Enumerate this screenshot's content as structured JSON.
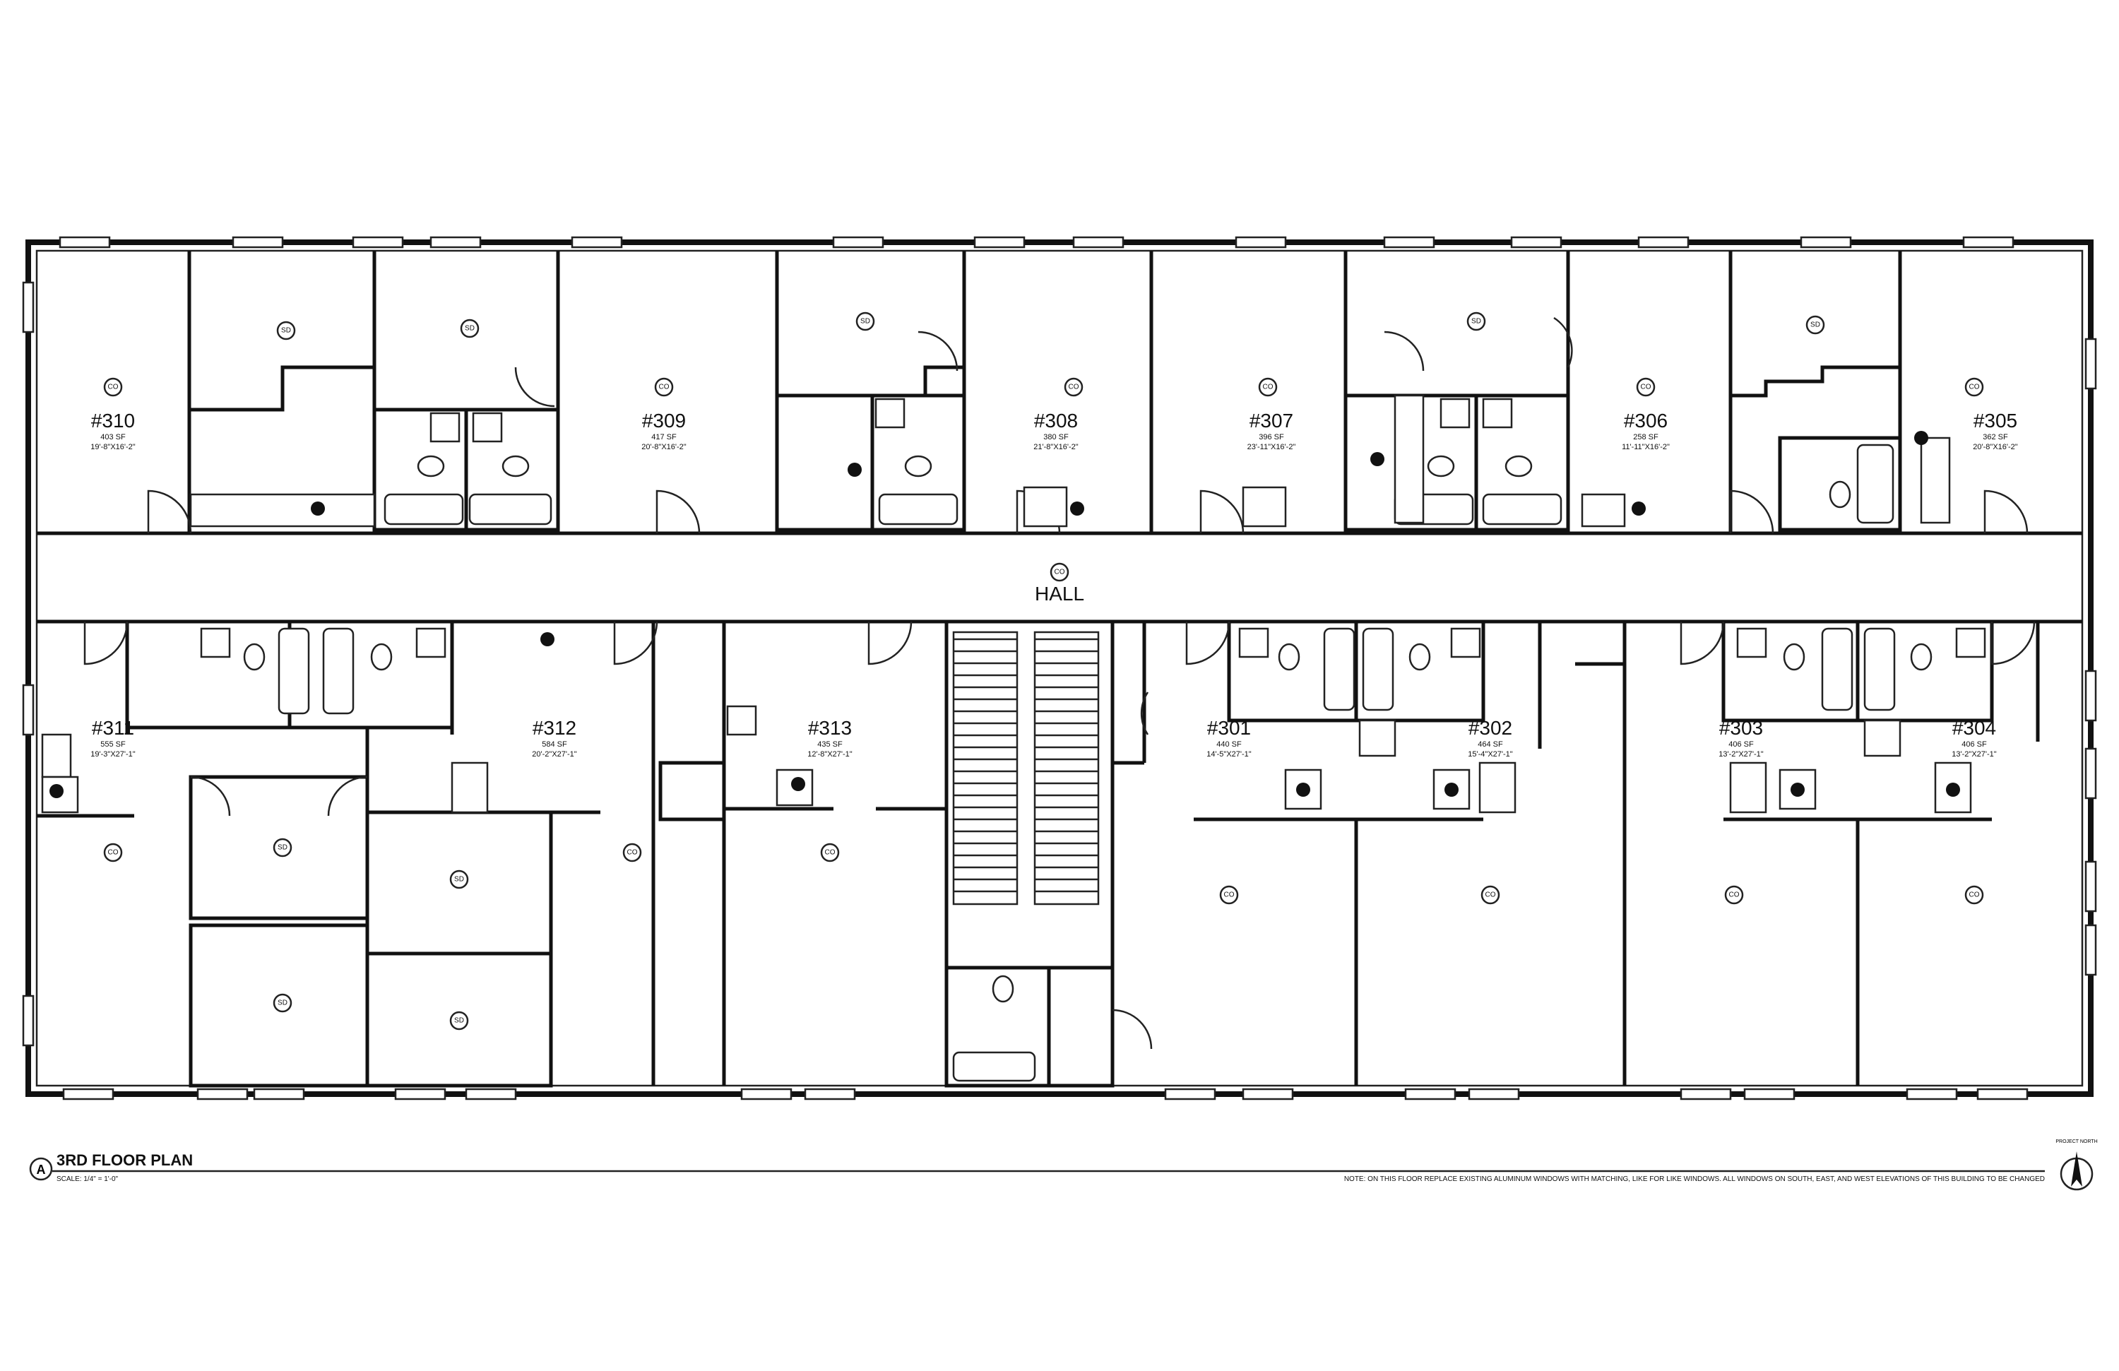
{
  "units": [
    {
      "id": "#310",
      "area": "403 SF",
      "dims": "19'-8\"X16'-2\""
    },
    {
      "id": "#309",
      "area": "417 SF",
      "dims": "20'-8\"X16'-2\""
    },
    {
      "id": "#308",
      "area": "380 SF",
      "dims": "21'-8\"X16'-2\""
    },
    {
      "id": "#307",
      "area": "396 SF",
      "dims": "23'-11\"X16'-2\""
    },
    {
      "id": "#306",
      "area": "258 SF",
      "dims": "11'-11\"X16'-2\""
    },
    {
      "id": "#305",
      "area": "362 SF",
      "dims": "20'-8\"X16'-2\""
    },
    {
      "id": "#311",
      "area": "555 SF",
      "dims": "19'-3\"X27'-1\""
    },
    {
      "id": "#312",
      "area": "584 SF",
      "dims": "20'-2\"X27'-1\""
    },
    {
      "id": "#313",
      "area": "435 SF",
      "dims": "12'-8\"X27'-1\""
    },
    {
      "id": "#301",
      "area": "440 SF",
      "dims": "14'-5\"X27'-1\""
    },
    {
      "id": "#302",
      "area": "464 SF",
      "dims": "15'-4\"X27'-1\""
    },
    {
      "id": "#303",
      "area": "406 SF",
      "dims": "13'-2\"X27'-1\""
    },
    {
      "id": "#304",
      "area": "406 SF",
      "dims": "13'-2\"X27'-1\""
    }
  ],
  "hall_label": "HALL",
  "detector_sd": "SD",
  "detector_co": "CO",
  "title_block": {
    "marker": "A",
    "title": "3RD FLOOR PLAN",
    "scale": "SCALE:   1/4\" = 1'-0\"",
    "note": "NOTE: ON THIS FLOOR REPLACE EXISTING ALUMINUM WINDOWS WITH MATCHING, LIKE FOR LIKE WINDOWS. ALL WINDOWS ON SOUTH, EAST, AND WEST ELEVATIONS OF THIS BUILDING TO BE CHANGED",
    "north_label": "PROJECT NORTH"
  }
}
